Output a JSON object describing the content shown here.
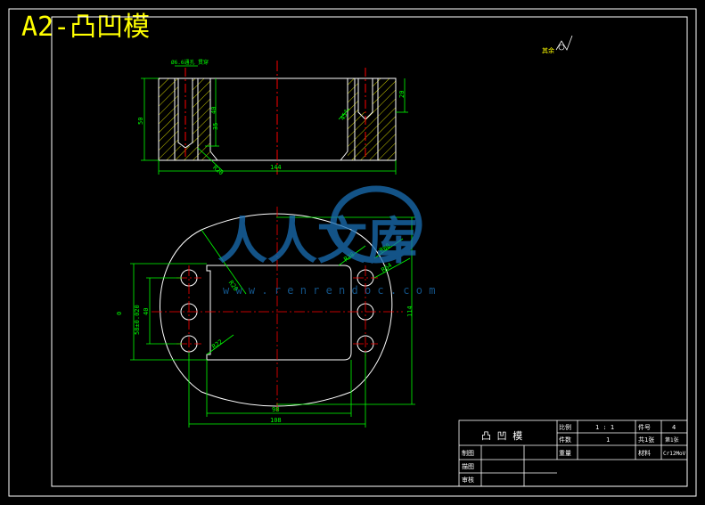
{
  "sheet_title": "A2-凸凹模",
  "surface_note": "其余",
  "dimensions": {
    "hole_spec": "Ø6.6通孔 贯穿",
    "height_total": "50",
    "depth_40": "40",
    "depth_35": "35",
    "top_20": "20",
    "width_144": "144",
    "r20_top": "R20",
    "angle_mark": "45°",
    "cavity_58": "58±0.020",
    "cavity_prefix": "0",
    "cavity_40": "40",
    "height_114": "114",
    "width_98": "98",
    "width_108": "108",
    "r_20_plan": "R20",
    "r_38": "R38",
    "r_80": "R80",
    "r_64": "R64",
    "r_22": "R22"
  },
  "watermark": {
    "text": "人人文库",
    "url": "w w w . r e n r e n d o c . c o m"
  },
  "title_block": {
    "part_name": "凸 凹 模",
    "scale_label": "比例",
    "scale_value": "1 : 1",
    "drawing_no_label": "件号",
    "drawing_no_value": "4",
    "qty_label": "件数",
    "qty_value": "1",
    "sheets_label": "共1张",
    "sheet_no": "第1张",
    "weight_label": "重量",
    "material_label": "材料",
    "material_value": "Cr12MoV",
    "drawn_label": "制图",
    "drafted_label": "描图",
    "checked_label": "审核"
  },
  "colors": {
    "outline": "#ffffff",
    "center_line": "#ff0000",
    "dimension": "#00ff00",
    "title": "#ffff00",
    "watermark": "#1a6fb5"
  }
}
